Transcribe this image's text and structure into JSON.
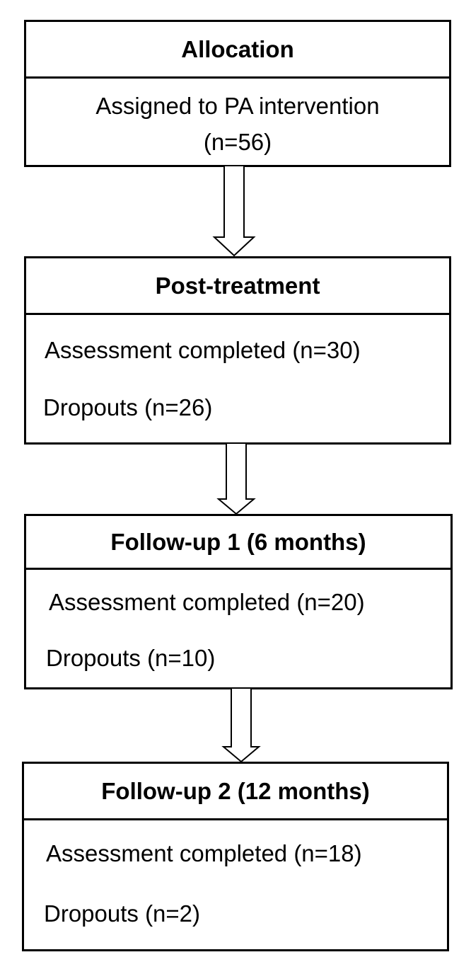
{
  "stages": [
    {
      "title": "Allocation",
      "lines": [
        "Assigned to PA intervention",
        "(n=56)"
      ]
    },
    {
      "title": "Post-treatment",
      "lines": [
        "Assessment completed (n=30)",
        "Dropouts (n=26)"
      ]
    },
    {
      "title": "Follow-up 1 (6 months)",
      "lines": [
        "Assessment completed (n=20)",
        "Dropouts (n=10)"
      ]
    },
    {
      "title": "Follow-up 2 (12 months)",
      "lines": [
        "Assessment completed (n=18)",
        "Dropouts (n=2)"
      ]
    }
  ]
}
